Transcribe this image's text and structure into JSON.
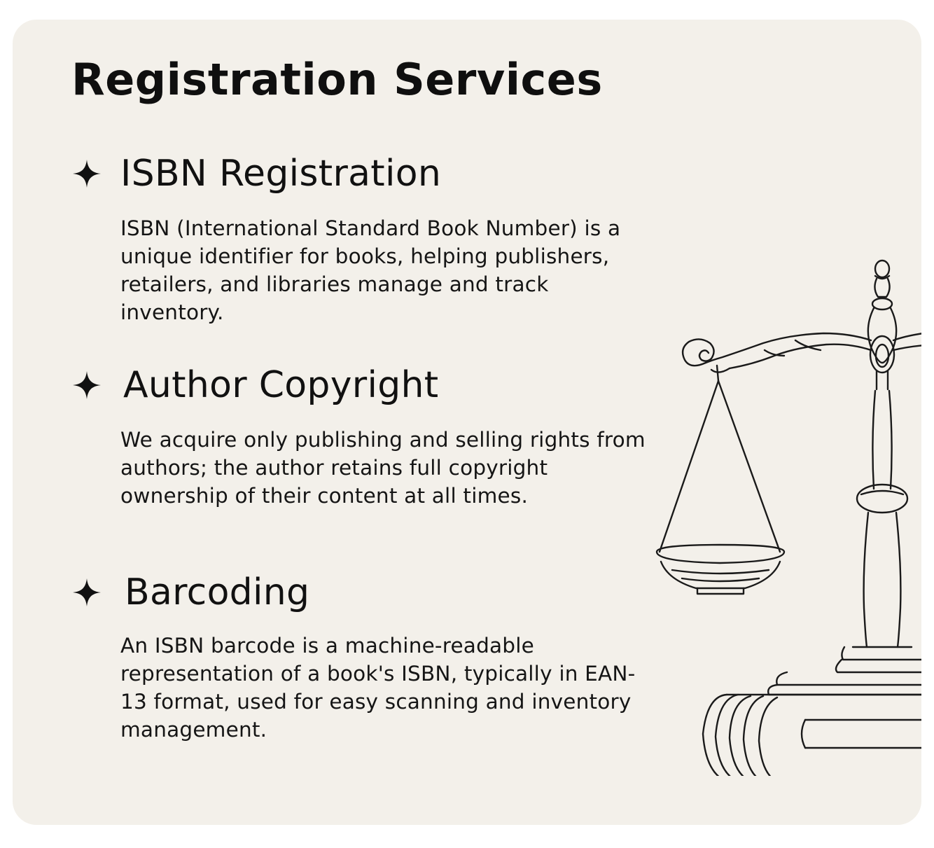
{
  "header": {
    "title": "Registration Services"
  },
  "services": [
    {
      "title": "ISBN Registration",
      "description": "ISBN (International Standard Book Number) is a unique identifier for books, helping publishers, retailers, and libraries manage and track inventory."
    },
    {
      "title": "Author Copyright",
      "description": "We acquire only publishing and selling rights from authors; the author retains full copyright ownership of their content at all times."
    },
    {
      "title": "Barcoding",
      "description": "An ISBN barcode is a machine-readable representation of a book's ISBN, typically in EAN-13 format, used for easy scanning and inventory management."
    }
  ],
  "icons": {
    "bullet": "sparkle-icon",
    "illustration": "scales-of-justice-icon"
  },
  "colors": {
    "card_background": "#f3f0ea",
    "text": "#111111",
    "line_art": "#1a1a1a"
  }
}
